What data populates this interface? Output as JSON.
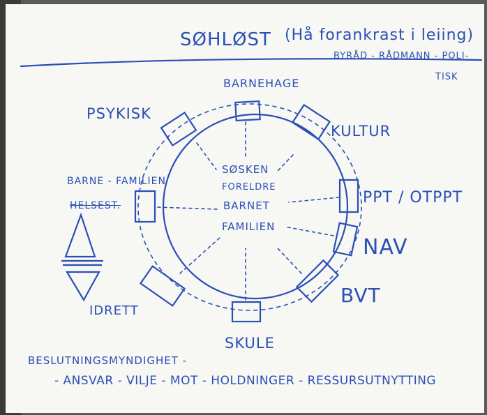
{
  "title": "SØHLØST",
  "subtitle": "(Hå forankrast i leiing)",
  "leadership": "BYRÅD - RÅDMANN - POLI-",
  "leadership_cont": "TISK",
  "nodes": {
    "barnehage": "BARNEHAGE",
    "psykisk": "PSYKISK",
    "kultur": "KULTUR",
    "barne_familien": "BARNE - FAMILIEN",
    "helsest": "HELSEST.",
    "ppt": "PPT / OTPPT",
    "nav": "NAV",
    "bvt": "BVT",
    "idrett": "IDRETT",
    "skule": "SKULE"
  },
  "center_list": [
    "SØSKEN",
    "FORELDRE",
    "BARNET",
    "FAMILIEN"
  ],
  "footer_line1": "BESLUTNINGSMYNDIGHET -",
  "footer_line2": "- ANSVAR - VILJE - MOT - HOLDNINGER - RESSURSUTNYTTING",
  "colors": {
    "ink": "#2a4fb5",
    "paper": "#f7f7f4"
  }
}
